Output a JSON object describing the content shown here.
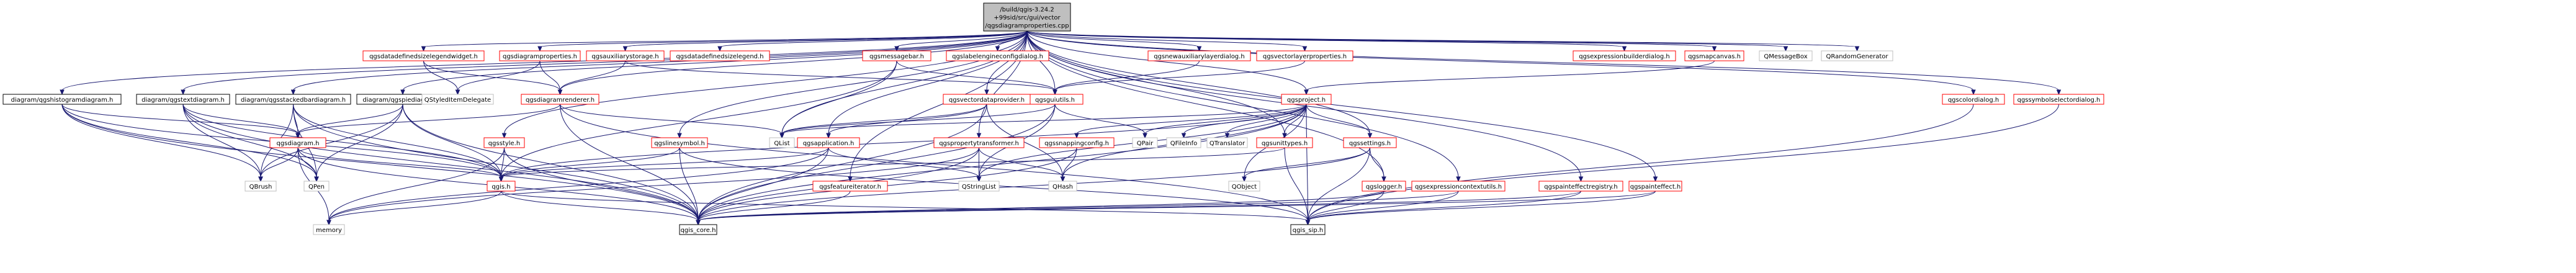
{
  "root_label": [
    "/build/qgis-3.24.2",
    "+99sid/src/gui/vector",
    "/qgsdiagramproperties.cpp"
  ],
  "nodes": [
    {
      "id": "root",
      "lines": [
        "/build/qgis-3.24.2",
        "+99sid/src/gui/vector",
        "/qgsdiagramproperties.cpp"
      ],
      "style": "root"
    },
    {
      "id": "hist",
      "lines": [
        "diagram/qgshistogramdiagram.h"
      ],
      "style": "black"
    },
    {
      "id": "textd",
      "lines": [
        "diagram/qgstextdiagram.h"
      ],
      "style": "black"
    },
    {
      "id": "stack",
      "lines": [
        "diagram/qgsstackedbardiagram.h"
      ],
      "style": "black"
    },
    {
      "id": "pie",
      "lines": [
        "diagram/qgspiediagram.h"
      ],
      "style": "black"
    },
    {
      "id": "ddlw",
      "lines": [
        "qgsdatadefinedsizelegendwidget.h"
      ],
      "style": "red"
    },
    {
      "id": "dprop",
      "lines": [
        "qgsdiagramproperties.h"
      ],
      "style": "red"
    },
    {
      "id": "auxst",
      "lines": [
        "qgsauxiliarystorage.h"
      ],
      "style": "red"
    },
    {
      "id": "ddsl",
      "lines": [
        "qgsdatadefinedsizelegend.h"
      ],
      "style": "red"
    },
    {
      "id": "msgbar",
      "lines": [
        "qgsmessagebar.h"
      ],
      "style": "red"
    },
    {
      "id": "lecfg",
      "lines": [
        "qgslabelengineconfigdialog.h"
      ],
      "style": "red"
    },
    {
      "id": "newaux",
      "lines": [
        "qgsnewauxiliarylayerdialog.h"
      ],
      "style": "red"
    },
    {
      "id": "vlprop",
      "lines": [
        "qgsvectorlayerproperties.h"
      ],
      "style": "red"
    },
    {
      "id": "exprb",
      "lines": [
        "qgsexpressionbuilderdialog.h"
      ],
      "style": "red"
    },
    {
      "id": "mapc",
      "lines": [
        "qgsmapcanvas.h"
      ],
      "style": "red"
    },
    {
      "id": "qmsg",
      "lines": [
        "QMessageBox"
      ],
      "style": "gray"
    },
    {
      "id": "qrand",
      "lines": [
        "QRandomGenerator"
      ],
      "style": "gray"
    },
    {
      "id": "styled",
      "lines": [
        "QStyledItemDelegate"
      ],
      "style": "gray"
    },
    {
      "id": "drend",
      "lines": [
        "qgsdiagramrenderer.h"
      ],
      "style": "red"
    },
    {
      "id": "guiut",
      "lines": [
        "qgsguiutils.h"
      ],
      "style": "red"
    },
    {
      "id": "vdp",
      "lines": [
        "qgsvectordataprovider.h"
      ],
      "style": "red"
    },
    {
      "id": "proj",
      "lines": [
        "qgsproject.h"
      ],
      "style": "red"
    },
    {
      "id": "colord",
      "lines": [
        "qgscolordialog.h"
      ],
      "style": "red"
    },
    {
      "id": "symsel",
      "lines": [
        "qgssymbolselectordialog.h"
      ],
      "style": "red"
    },
    {
      "id": "qlist",
      "lines": [
        "QList"
      ],
      "style": "gray"
    },
    {
      "id": "qpair",
      "lines": [
        "QPair"
      ],
      "style": "gray"
    },
    {
      "id": "qfi",
      "lines": [
        "QFileInfo"
      ],
      "style": "gray"
    },
    {
      "id": "qtr",
      "lines": [
        "QTranslator"
      ],
      "style": "gray"
    },
    {
      "id": "units",
      "lines": [
        "qgsunittypes.h"
      ],
      "style": "red"
    },
    {
      "id": "sett",
      "lines": [
        "qgssettings.h"
      ],
      "style": "red"
    },
    {
      "id": "diag",
      "lines": [
        "qgsdiagram.h"
      ],
      "style": "red"
    },
    {
      "id": "qstyle",
      "lines": [
        "qgsstyle.h"
      ],
      "style": "red"
    },
    {
      "id": "linesym",
      "lines": [
        "qgslinesymbol.h"
      ],
      "style": "red"
    },
    {
      "id": "app",
      "lines": [
        "qgsapplication.h"
      ],
      "style": "red"
    },
    {
      "id": "ptrans",
      "lines": [
        "qgspropertytransformer.h"
      ],
      "style": "red"
    },
    {
      "id": "snapc",
      "lines": [
        "qgssnappingconfig.h"
      ],
      "style": "red"
    },
    {
      "id": "qbrush",
      "lines": [
        "QBrush"
      ],
      "style": "gray"
    },
    {
      "id": "qpen",
      "lines": [
        "QPen"
      ],
      "style": "gray"
    },
    {
      "id": "qgis",
      "lines": [
        "qgis.h"
      ],
      "style": "red"
    },
    {
      "id": "featit",
      "lines": [
        "qgsfeatureiterator.h"
      ],
      "style": "red"
    },
    {
      "id": "qsl",
      "lines": [
        "QStringList"
      ],
      "style": "gray"
    },
    {
      "id": "qhash",
      "lines": [
        "QHash"
      ],
      "style": "gray"
    },
    {
      "id": "qobj",
      "lines": [
        "QObject"
      ],
      "style": "gray"
    },
    {
      "id": "logger",
      "lines": [
        "qgslogger.h"
      ],
      "style": "red"
    },
    {
      "id": "exctx",
      "lines": [
        "qgsexpressioncontextutils.h"
      ],
      "style": "red"
    },
    {
      "id": "peffreg",
      "lines": [
        "qgspainteffectregistry.h"
      ],
      "style": "red"
    },
    {
      "id": "peff",
      "lines": [
        "qgspainteffect.h"
      ],
      "style": "red"
    },
    {
      "id": "memory",
      "lines": [
        "memory"
      ],
      "style": "gray"
    },
    {
      "id": "core",
      "lines": [
        "qgis_core.h"
      ],
      "style": "black"
    },
    {
      "id": "sip",
      "lines": [
        "qgis_sip.h"
      ],
      "style": "black"
    }
  ]
}
